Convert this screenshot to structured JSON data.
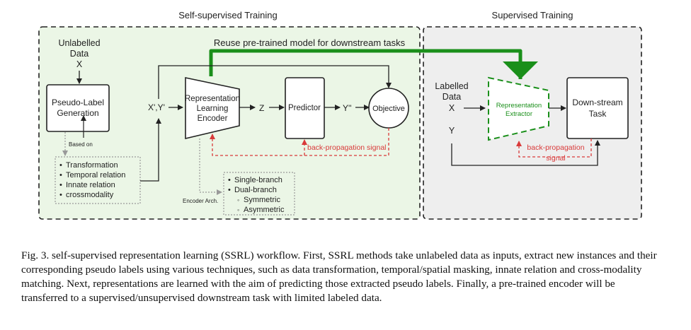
{
  "sections": {
    "ssl_title": "Self-supervised Training",
    "sup_title": "Supervised Training"
  },
  "reuse_label": "Reuse pre-trained model for downstream tasks",
  "ssl": {
    "unlabelled_line1": "Unlabelled",
    "unlabelled_line2": "Data",
    "unlabelled_var": "X",
    "pseudo_line1": "Pseudo-Label",
    "pseudo_line2": "Generation",
    "based_on": "Based on",
    "techniques": [
      "Transformation",
      "Temporal relation",
      "Innate relation",
      "crossmodality"
    ],
    "xy_label": "X',Y'",
    "encoder_line1": "Representation",
    "encoder_line2": "Learning",
    "encoder_line3": "Encoder",
    "z_label": "Z",
    "predictor": "Predictor",
    "y_pred": "Y''",
    "objective": "Objective",
    "backprop": "back-propagation signal",
    "encoder_arch": "Encoder Arch.",
    "arch_items": [
      "Single-branch",
      "Dual-branch"
    ],
    "arch_subitems": [
      "Symmetric",
      "Asymmetric"
    ]
  },
  "sup": {
    "labelled_line1": "Labelled",
    "labelled_line2": "Data",
    "x_var": "X",
    "y_var": "Y",
    "extractor_line1": "Representation",
    "extractor_line2": "Extractor",
    "downstream_line1": "Down-stream",
    "downstream_line2": "Task",
    "backprop_line1": "back-propagation",
    "backprop_line2": "signal"
  },
  "caption": "Fig. 3.  self-supervised representation learning (SSRL) workflow. First, SSRL methods take unlabeled data as inputs, extract new instances and their corresponding pseudo labels using various techniques, such as data transformation, temporal/spatial masking, innate relation and cross-modality matching. Next, representations are learned with the aim of predicting those extracted pseudo labels. Finally, a pre-trained encoder will be transferred to a supervised/unsupervised downstream task with limited labeled data.",
  "colors": {
    "ssl_panel": "#ebf6e6",
    "sup_panel": "#eeeeee",
    "reuse_arrow": "#1a8f1a",
    "backprop": "#d93a3a",
    "extractor": "#1a8f1a",
    "dotted_grey": "#999999"
  }
}
